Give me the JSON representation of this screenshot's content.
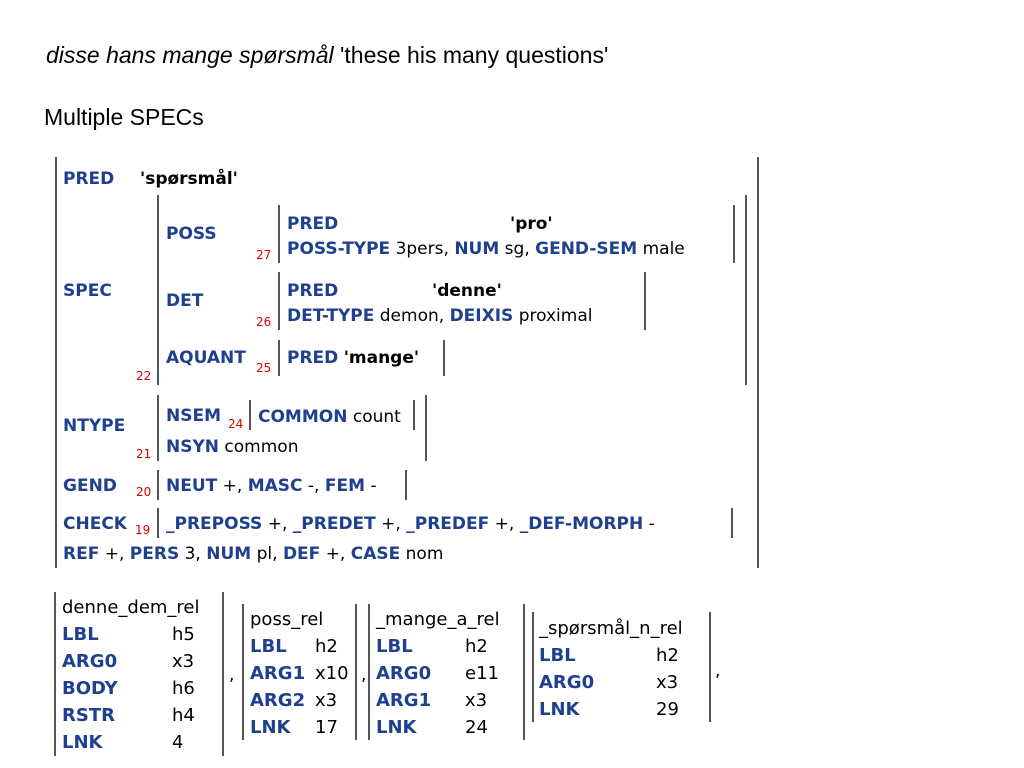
{
  "heading": {
    "example_phrase": "disse hans mange spørsmål",
    "gloss": "'these his many questions'",
    "subtitle": "Multiple SPECs"
  },
  "fstructure": {
    "pred_attr": "PRED",
    "pred_val": "'spørsmål'",
    "spec_attr": "SPEC",
    "spec_index": "22",
    "poss": {
      "attr": "POSS",
      "index": "27",
      "pred_attr": "PRED",
      "pred_val": "'pro'",
      "posstype_attr": "POSS-TYPE",
      "posstype_val": "3pers,",
      "num_attr": "NUM",
      "num_val": "sg,",
      "gendsem_attr": "GEND-SEM",
      "gendsem_val": "male"
    },
    "det": {
      "attr": "DET",
      "index": "26",
      "pred_attr": "PRED",
      "pred_val": "'denne'",
      "dettype_attr": "DET-TYPE",
      "dettype_val": "demon,",
      "deixis_attr": "DEIXIS",
      "deixis_val": "proximal"
    },
    "aquant": {
      "attr": "AQUANT",
      "index": "25",
      "pred_attr": "PRED",
      "pred_val": "'mange'"
    },
    "ntype": {
      "attr": "NTYPE",
      "index": "21",
      "nsem_attr": "NSEM",
      "nsem_index": "24",
      "common_attr": "COMMON",
      "common_val": "count",
      "nsyn_attr": "NSYN",
      "nsyn_val": "common"
    },
    "gend": {
      "attr": "GEND",
      "index": "20",
      "neut_attr": "NEUT",
      "neut_val": "+,",
      "masc_attr": "MASC",
      "masc_val": "-,",
      "fem_attr": "FEM",
      "fem_val": "-"
    },
    "check": {
      "attr": "CHECK",
      "index": "19",
      "preposs_attr": "_PREPOSS",
      "preposs_val": "+,",
      "predet_attr": "_PREDET",
      "predet_val": "+,",
      "predef_attr": "_PREDEF",
      "predef_val": "+,",
      "defmorph_attr": "_DEF-MORPH",
      "defmorph_val": "-"
    },
    "bottom": {
      "ref_attr": "REF",
      "ref_val": "+,",
      "pers_attr": "PERS",
      "pers_val": "3,",
      "num_attr": "NUM",
      "num_val": "pl,",
      "def_attr": "DEF",
      "def_val": "+,",
      "case_attr": "CASE",
      "case_val": "nom"
    }
  },
  "relations": [
    {
      "name": "denne_dem_rel",
      "rows": [
        {
          "attr": "LBL",
          "val": "h5"
        },
        {
          "attr": "ARG0",
          "val": "x3"
        },
        {
          "attr": "BODY",
          "val": "h6"
        },
        {
          "attr": "RSTR",
          "val": "h4"
        },
        {
          "attr": "LNK",
          "val": "4"
        }
      ]
    },
    {
      "name": "poss_rel",
      "rows": [
        {
          "attr": "LBL",
          "val": "h2"
        },
        {
          "attr": "ARG1",
          "val": "x10"
        },
        {
          "attr": "ARG2",
          "val": "x3"
        },
        {
          "attr": "LNK",
          "val": "17"
        }
      ]
    },
    {
      "name": "_mange_a_rel",
      "rows": [
        {
          "attr": "LBL",
          "val": "h2"
        },
        {
          "attr": "ARG0",
          "val": "e11"
        },
        {
          "attr": "ARG1",
          "val": "x3"
        },
        {
          "attr": "LNK",
          "val": "24"
        }
      ]
    },
    {
      "name": "_spørsmål_n_rel",
      "rows": [
        {
          "attr": "LBL",
          "val": "h2"
        },
        {
          "attr": "ARG0",
          "val": "x3"
        },
        {
          "attr": "LNK",
          "val": "29"
        }
      ]
    }
  ],
  "separator": ","
}
